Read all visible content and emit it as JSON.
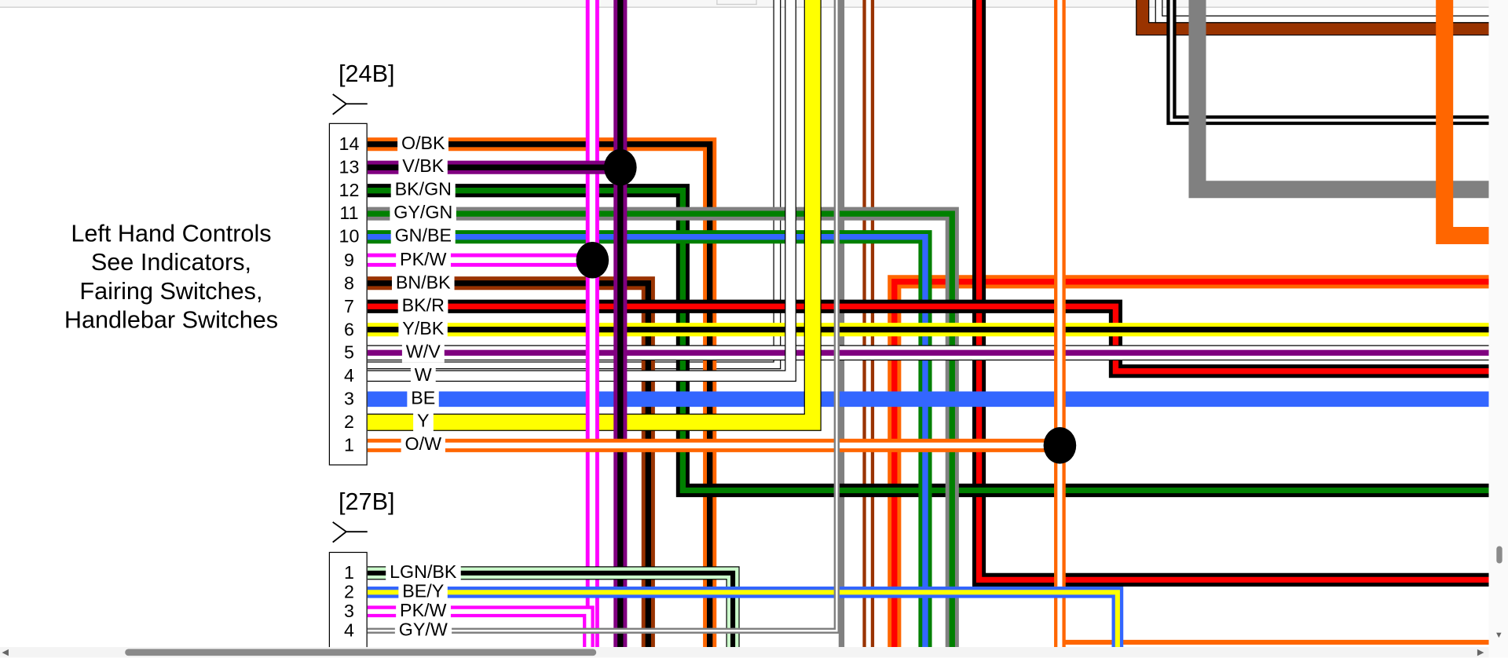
{
  "note": {
    "lines": [
      "Left Hand Controls",
      "See Indicators,",
      "Fairing Switches,",
      "Handlebar Switches"
    ]
  },
  "colors": {
    "O": "#ff6600",
    "BK": "#000000",
    "V": "#800080",
    "GN": "#008000",
    "GY": "#808080",
    "BE": "#3366ff",
    "PK": "#ff00ff",
    "W": "#ffffff",
    "BN": "#993300",
    "R": "#ff0000",
    "Y": "#ffff00",
    "LGN": "#ccffcc"
  },
  "connector_24b": {
    "title": "[24B]",
    "pins": [
      {
        "pin": "14",
        "wire": "O/BK"
      },
      {
        "pin": "13",
        "wire": "V/BK"
      },
      {
        "pin": "12",
        "wire": "BK/GN"
      },
      {
        "pin": "11",
        "wire": "GY/GN"
      },
      {
        "pin": "10",
        "wire": "GN/BE"
      },
      {
        "pin": "9",
        "wire": "PK/W"
      },
      {
        "pin": "8",
        "wire": "BN/BK"
      },
      {
        "pin": "7",
        "wire": "BK/R"
      },
      {
        "pin": "6",
        "wire": "Y/BK"
      },
      {
        "pin": "5",
        "wire": "W/V"
      },
      {
        "pin": "4",
        "wire": "W"
      },
      {
        "pin": "3",
        "wire": "BE"
      },
      {
        "pin": "2",
        "wire": "Y"
      },
      {
        "pin": "1",
        "wire": "O/W"
      }
    ]
  },
  "connector_27b": {
    "title": "[27B]",
    "pins": [
      {
        "pin": "1",
        "wire": "LGN/BK"
      },
      {
        "pin": "2",
        "wire": "BE/Y"
      },
      {
        "pin": "3",
        "wire": "PK/W"
      },
      {
        "pin": "4",
        "wire": "GY/W"
      }
    ]
  }
}
